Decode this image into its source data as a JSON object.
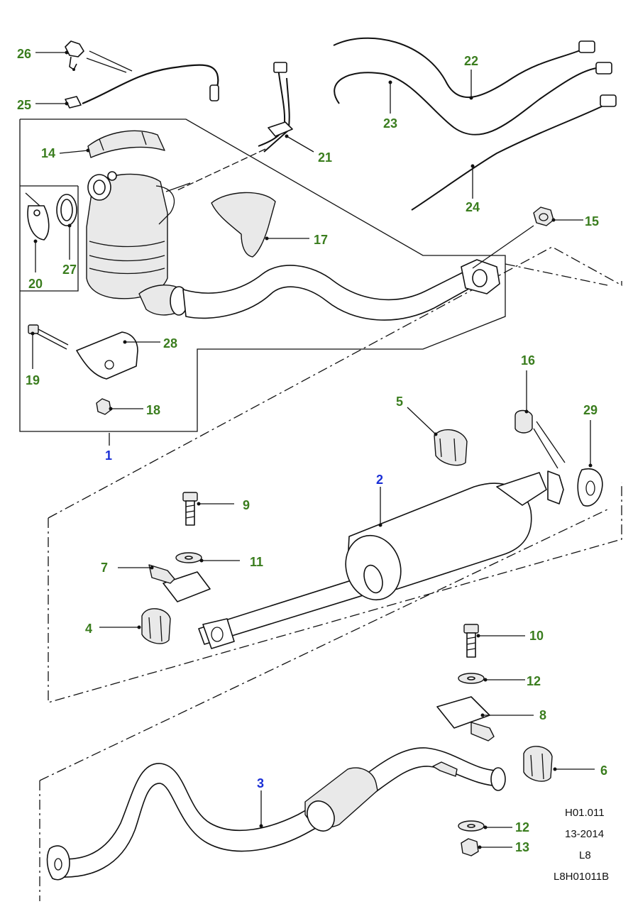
{
  "callouts": [
    {
      "id": "c1",
      "text": "1",
      "color": "#1a2fd6"
    },
    {
      "id": "c2",
      "text": "2",
      "color": "#1a2fd6"
    },
    {
      "id": "c3",
      "text": "3",
      "color": "#1a2fd6"
    },
    {
      "id": "c4",
      "text": "4",
      "color": "#3a7d1e"
    },
    {
      "id": "c5",
      "text": "5",
      "color": "#3a7d1e"
    },
    {
      "id": "c6",
      "text": "6",
      "color": "#3a7d1e"
    },
    {
      "id": "c7",
      "text": "7",
      "color": "#3a7d1e"
    },
    {
      "id": "c8",
      "text": "8",
      "color": "#3a7d1e"
    },
    {
      "id": "c9",
      "text": "9",
      "color": "#3a7d1e"
    },
    {
      "id": "c10",
      "text": "10",
      "color": "#3a7d1e"
    },
    {
      "id": "c11",
      "text": "11",
      "color": "#3a7d1e"
    },
    {
      "id": "c12a",
      "text": "12",
      "color": "#3a7d1e"
    },
    {
      "id": "c12b",
      "text": "12",
      "color": "#3a7d1e"
    },
    {
      "id": "c13",
      "text": "13",
      "color": "#3a7d1e"
    },
    {
      "id": "c14",
      "text": "14",
      "color": "#3a7d1e"
    },
    {
      "id": "c15",
      "text": "15",
      "color": "#3a7d1e"
    },
    {
      "id": "c16",
      "text": "16",
      "color": "#3a7d1e"
    },
    {
      "id": "c17",
      "text": "17",
      "color": "#3a7d1e"
    },
    {
      "id": "c18",
      "text": "18",
      "color": "#3a7d1e"
    },
    {
      "id": "c19",
      "text": "19",
      "color": "#3a7d1e"
    },
    {
      "id": "c20",
      "text": "20",
      "color": "#3a7d1e"
    },
    {
      "id": "c21",
      "text": "21",
      "color": "#3a7d1e"
    },
    {
      "id": "c22",
      "text": "22",
      "color": "#3a7d1e"
    },
    {
      "id": "c23",
      "text": "23",
      "color": "#3a7d1e"
    },
    {
      "id": "c24",
      "text": "24",
      "color": "#3a7d1e"
    },
    {
      "id": "c25",
      "text": "25",
      "color": "#3a7d1e"
    },
    {
      "id": "c26",
      "text": "26",
      "color": "#3a7d1e"
    },
    {
      "id": "c27",
      "text": "27",
      "color": "#3a7d1e"
    },
    {
      "id": "c28",
      "text": "28",
      "color": "#3a7d1e"
    },
    {
      "id": "c29",
      "text": "29",
      "color": "#3a7d1e"
    }
  ],
  "reference": {
    "line1": "H01.011",
    "line2": "13-2014",
    "line3": "L8",
    "line4": "L8H01011B"
  },
  "colors": {
    "callout_green": "#3a7d1e",
    "callout_blue": "#1a2fd6",
    "linework": "#111111"
  }
}
